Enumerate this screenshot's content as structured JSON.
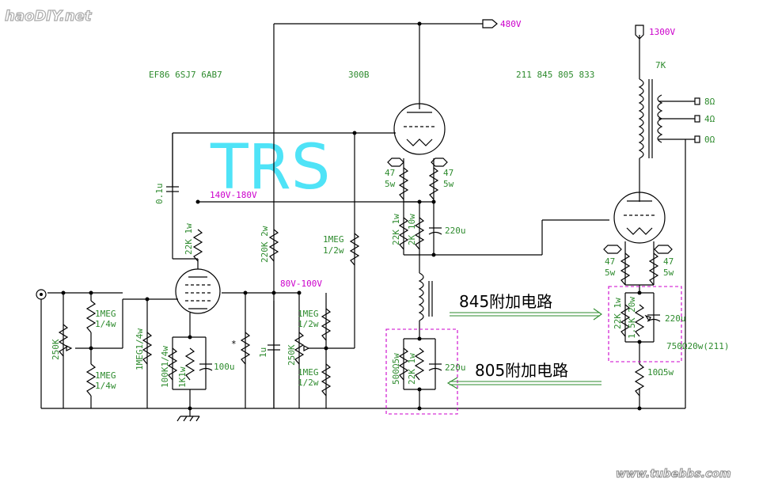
{
  "watermarks": {
    "top_logo": "haoDIY.net",
    "center_mark": "TRS",
    "bottom_site": "www.tubebbs.com"
  },
  "labels": {
    "v480": "480V",
    "v1300": "1300V",
    "v140_180": "140V-180V",
    "v80_100": "80V-100V",
    "stage1_tubes": "EF86 6SJ7 6AB7",
    "stage2_tube": "300B",
    "output_tubes": "211 845 805 833",
    "ot_7k": "7K",
    "tap_8": "8Ω",
    "tap_4": "4Ω",
    "tap_0": "0Ω",
    "c_01u": "0.1u",
    "r_22k_1w_a": "22K 1w",
    "r_220k_2w": "220K 2w",
    "r_1meg": "1MEG",
    "r_1_2w": "1/2w",
    "pot_250k_a": "250K",
    "r_1meg_a": "1MEG",
    "r_1_4w_a": "1/4w",
    "r_1meg_b": "1MEG",
    "r_1_4w_b": "1/4w",
    "r_1meg_grid": "1MEG1/4w",
    "r_100k": "100K1/4w",
    "r_1k_1w": "1K1w",
    "c_100u": "100u",
    "star": "*",
    "c_1u": "1u",
    "pot_250k_b": "250K",
    "r_1meg_c": "1MEG",
    "r_1_2w_c": "1/2w",
    "r_1meg_d": "1MEG",
    "r_1_2w_d": "1/2w",
    "r_47_a": "47",
    "r_5w_a": "5w",
    "r_47_b": "47",
    "r_5w_b": "5w",
    "r_22k_1w_b": "22K 1w",
    "r_2k_10w": "2K 10w",
    "c_220u_a": "220u",
    "circuit_845": "845附加电路",
    "circuit_805": "805附加电路",
    "r_500_5w": "500Ω5w",
    "r_22k_1w_c": "22K 1w",
    "c_220u_b": "220u",
    "r_47_c": "47",
    "r_5w_c": "5w",
    "r_47_d": "47",
    "r_5w_d": "5w",
    "r_22k_1w_d": "22K 1w",
    "r_15k_20w": "1.5K 20w",
    "c_220u_c": "220u",
    "r_750_20w": "750Ω20w(211)",
    "r_10_5w": "10Ω5w"
  },
  "colors": {
    "label_green": "#2e8b2e",
    "voltage_magenta": "#cc00cc",
    "watermark_cyan": "#4fe3f7"
  }
}
